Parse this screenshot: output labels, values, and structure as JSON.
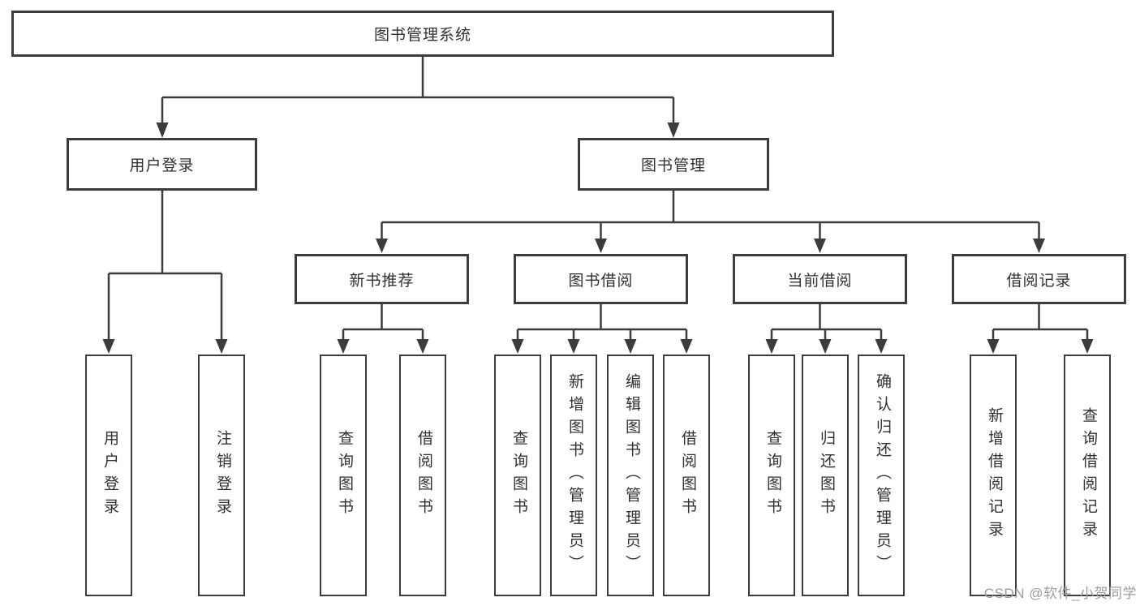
{
  "page": {
    "background_color": "#ffffff",
    "line_color": "#3c3c3c",
    "text_color": "#303030",
    "watermark_color": "#9c9c9c"
  },
  "tree": {
    "root": {
      "label": "图书管理系统"
    },
    "children": [
      {
        "label": "用户登录",
        "children": [
          {
            "label": "用户登录"
          },
          {
            "label": "注销登录"
          }
        ]
      },
      {
        "label": "图书管理",
        "children": [
          {
            "label": "新书推荐",
            "children": [
              {
                "label": "查询图书"
              },
              {
                "label": "借阅图书"
              }
            ]
          },
          {
            "label": "图书借阅",
            "children": [
              {
                "label": "查询图书"
              },
              {
                "label": "新增图书（管理员）"
              },
              {
                "label": "编辑图书（管理员）"
              },
              {
                "label": "借阅图书"
              }
            ]
          },
          {
            "label": "当前借阅",
            "children": [
              {
                "label": "查询图书"
              },
              {
                "label": "归还图书"
              },
              {
                "label": "确认归还（管理员）"
              }
            ]
          },
          {
            "label": "借阅记录",
            "children": [
              {
                "label": "新增借阅记录"
              },
              {
                "label": "查询借阅记录"
              }
            ]
          }
        ]
      }
    ]
  },
  "watermark": "CSDN @软件_小贺同学"
}
